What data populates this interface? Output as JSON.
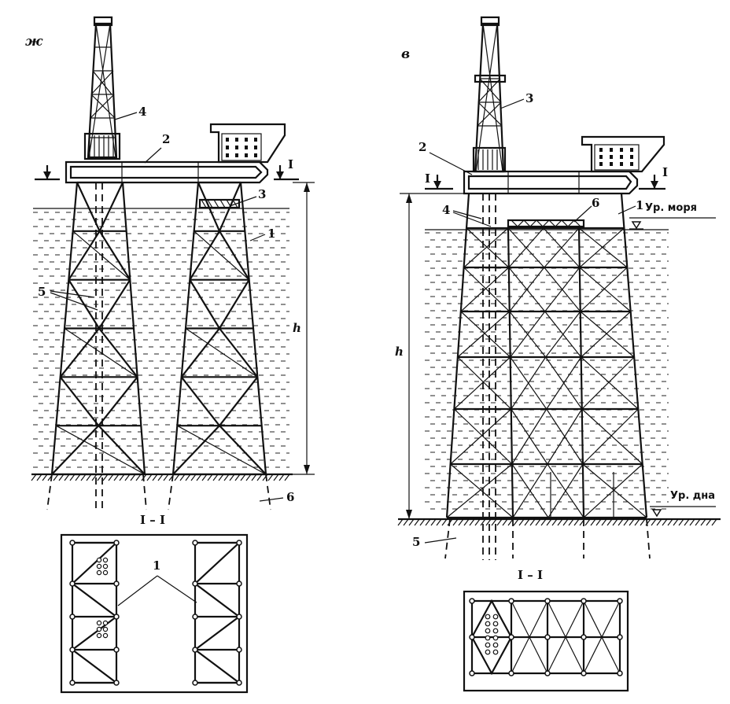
{
  "panels": {
    "left": {
      "letter": "ж",
      "callouts": [
        "1",
        "2",
        "3",
        "4",
        "5",
        "6"
      ],
      "section_mark": "I",
      "depth_symbol": "h",
      "section_title": "I – I",
      "plan_callout": "1"
    },
    "right": {
      "letter": "в",
      "callouts": [
        "1",
        "2",
        "3",
        "4",
        "5",
        "6"
      ],
      "section_mark": "I",
      "depth_symbol": "h",
      "sea_level_label": "Ур. моря",
      "bottom_level_label": "Ур. дна",
      "section_title": "I – I"
    }
  }
}
